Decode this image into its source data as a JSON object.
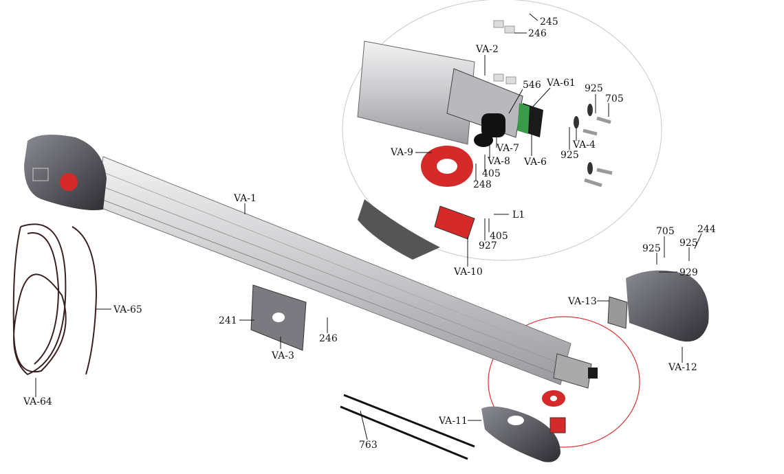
{
  "labels": {
    "l245": "245",
    "l246a": "246",
    "lva2": "VA-2",
    "l546": "546",
    "lva61": "VA-61",
    "l925a": "925",
    "l705a": "705",
    "lva9": "VA-9",
    "lva7": "VA-7",
    "lva8": "VA-8",
    "lva6": "VA-6",
    "l925b": "925",
    "lva4": "VA-4",
    "l405a": "405",
    "l248": "248",
    "ll1": "L1",
    "l405b": "405",
    "l927": "927",
    "lva10": "VA-10",
    "lva1": "VA-1",
    "l705b": "705",
    "l244": "244",
    "l925c": "925",
    "l925d": "925",
    "l929": "929",
    "lva13": "VA-13",
    "lva12": "VA-12",
    "l241": "241",
    "lva3": "VA-3",
    "l246b": "246",
    "lva65": "VA-65",
    "lva64": "VA-64",
    "lva11": "VA-11",
    "l763": "763"
  },
  "colors": {
    "highlight": "#e03030",
    "housing": "#55565c",
    "rail": "#d8d8da",
    "gear": "#d42a2a"
  }
}
